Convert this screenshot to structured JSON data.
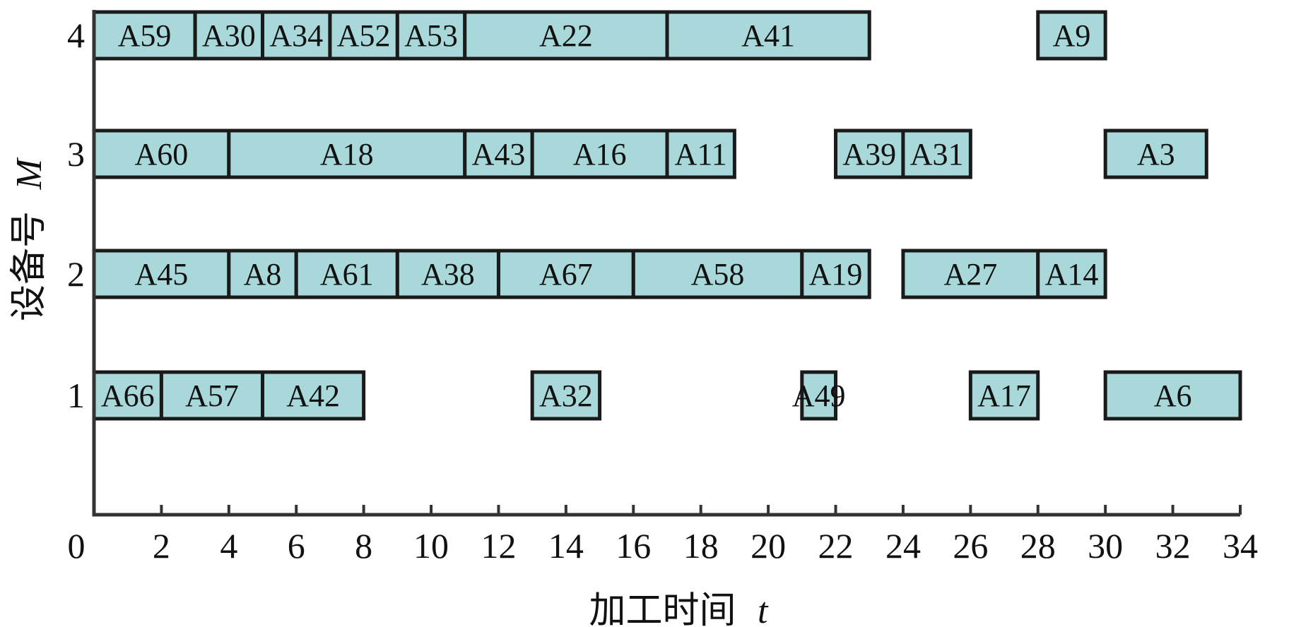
{
  "chart_data": {
    "type": "gantt",
    "xlabel": "加工时间",
    "xlabel_var": "t",
    "ylabel": "设备号",
    "ylabel_var": "M",
    "xlim": [
      0,
      34
    ],
    "x_ticks": [
      0,
      2,
      4,
      6,
      8,
      10,
      12,
      14,
      16,
      18,
      20,
      22,
      24,
      26,
      28,
      30,
      32,
      34
    ],
    "y_ticks": [
      1,
      2,
      3,
      4
    ],
    "colors": {
      "task_fill": "#a8d8da",
      "task_border": "#1a1a1a",
      "axis": "#333333"
    },
    "tasks": [
      {
        "machine": 4,
        "label": "A59",
        "start": 0,
        "end": 3
      },
      {
        "machine": 4,
        "label": "A30",
        "start": 3,
        "end": 5
      },
      {
        "machine": 4,
        "label": "A34",
        "start": 5,
        "end": 7
      },
      {
        "machine": 4,
        "label": "A52",
        "start": 7,
        "end": 9
      },
      {
        "machine": 4,
        "label": "A53",
        "start": 9,
        "end": 11
      },
      {
        "machine": 4,
        "label": "A22",
        "start": 11,
        "end": 17
      },
      {
        "machine": 4,
        "label": "A41",
        "start": 17,
        "end": 23
      },
      {
        "machine": 4,
        "label": "A9",
        "start": 28,
        "end": 30
      },
      {
        "machine": 3,
        "label": "A60",
        "start": 0,
        "end": 4
      },
      {
        "machine": 3,
        "label": "A18",
        "start": 4,
        "end": 11
      },
      {
        "machine": 3,
        "label": "A43",
        "start": 11,
        "end": 13
      },
      {
        "machine": 3,
        "label": "A16",
        "start": 13,
        "end": 17
      },
      {
        "machine": 3,
        "label": "A11",
        "start": 17,
        "end": 19
      },
      {
        "machine": 3,
        "label": "A39",
        "start": 22,
        "end": 24
      },
      {
        "machine": 3,
        "label": "A31",
        "start": 24,
        "end": 26
      },
      {
        "machine": 3,
        "label": "A3",
        "start": 30,
        "end": 33
      },
      {
        "machine": 2,
        "label": "A45",
        "start": 0,
        "end": 4
      },
      {
        "machine": 2,
        "label": "A8",
        "start": 4,
        "end": 6
      },
      {
        "machine": 2,
        "label": "A61",
        "start": 6,
        "end": 9
      },
      {
        "machine": 2,
        "label": "A38",
        "start": 9,
        "end": 12
      },
      {
        "machine": 2,
        "label": "A67",
        "start": 12,
        "end": 16
      },
      {
        "machine": 2,
        "label": "A58",
        "start": 16,
        "end": 21
      },
      {
        "machine": 2,
        "label": "A19",
        "start": 21,
        "end": 23
      },
      {
        "machine": 2,
        "label": "A27",
        "start": 24,
        "end": 28
      },
      {
        "machine": 2,
        "label": "A14",
        "start": 28,
        "end": 30
      },
      {
        "machine": 1,
        "label": "A66",
        "start": 0,
        "end": 2
      },
      {
        "machine": 1,
        "label": "A57",
        "start": 2,
        "end": 5
      },
      {
        "machine": 1,
        "label": "A42",
        "start": 5,
        "end": 8
      },
      {
        "machine": 1,
        "label": "A32",
        "start": 13,
        "end": 15
      },
      {
        "machine": 1,
        "label": "A49",
        "start": 21,
        "end": 22
      },
      {
        "machine": 1,
        "label": "A17",
        "start": 26,
        "end": 28
      },
      {
        "machine": 1,
        "label": "A6",
        "start": 30,
        "end": 34
      }
    ]
  }
}
